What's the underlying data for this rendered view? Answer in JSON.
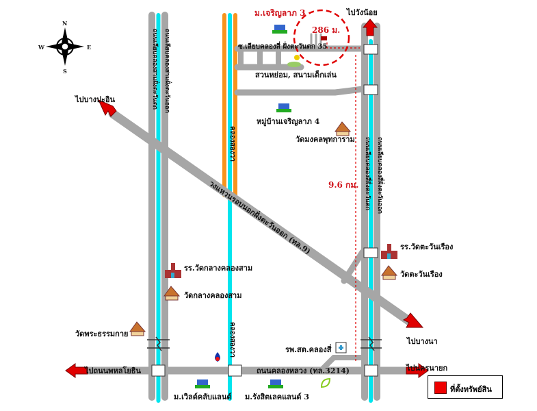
{
  "compass": {
    "n": "N",
    "s": "S",
    "e": "E",
    "w": "W"
  },
  "places": {
    "charoen3": "ม.เจริญลาภ 3",
    "soi": "ซ.เลียบคลองสี่ ฝั่งตะวันตก 35",
    "park": "สวนหย่อม, สนามเด็กเล่น",
    "charoen4": "หมู่บ้านเจริญลาภ 4",
    "watmongkol": "วัดมงคลพุทการาม",
    "school_tawan": "รร.วัดตะวันเรือง",
    "wat_tawan": "วัดตะวันเรือง",
    "school_klang": "รร.วัดกลางคลองสาม",
    "wat_klang": "วัดกลางคลองสาม",
    "wat_dhamma": "วัดพระธรรมกาย",
    "clinic": "รพ.สต.คลองสี่",
    "world_club": "ม.เวิลด์คลับแลนด์",
    "rangsit_lake": "ม.รังสิตเลคแลนด์ 3"
  },
  "directions": {
    "wangnoi": "ไปวังน้อย",
    "bangpain": "ไปบางปะอิน",
    "bangna": "ไปบางนา",
    "phahon": "ไปถนนพหลโยธิน",
    "nakhon": "ไปนครนายก"
  },
  "roads": {
    "klong3_w": "ถนนเลียบคลองสามฝั่งตะวันตก",
    "klong3_e": "ถนนเลียบคลองสามฝั่งตะวันออก",
    "klong4_w": "ถนนเลียบคลองสี่ฝั่งตะวันตก",
    "klong4_e": "ถนนเลียบคลองสี่ฝั่งตะวันออก",
    "canal_upper": "คลองสองวา",
    "canal_lower": "คลองสองวา",
    "ring": "วงแหวนรอบนอกฝั่งตะวันออก (ทล.9)",
    "klongluang": "ถนนคลองหลวง (ทล.3214)"
  },
  "distances": {
    "radius": "286 ม.",
    "main": "9.6 กม."
  },
  "legend": {
    "label": "ที่ตั้งทรัพย์สิน"
  },
  "colors": {
    "road": "#a6a6a6",
    "canal": "#00e5ee",
    "highway": "#f7941d",
    "accent": "#e00000"
  }
}
